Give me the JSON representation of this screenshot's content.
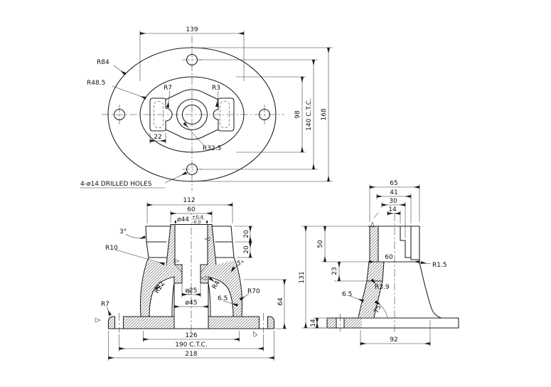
{
  "drawing": {
    "top_view": {
      "dim_width": "139",
      "radius_outer": "R84",
      "radius_inner": "R48.5",
      "radius_slot_left": "R7",
      "radius_slot_right": "R3",
      "dim_slot": "22",
      "radius_center": "R32.5",
      "dim_inner_height": "98",
      "dim_hole_ctc": "140 C.T.C.",
      "dim_height": "168",
      "note_holes": "4-ø14 DRILLED HOLES"
    },
    "front_view": {
      "dim_top_width": "112",
      "dim_boss": "60",
      "dim_bore": "ø44",
      "tol_plus": "+0.4",
      "tol_minus": "-0.0",
      "angle_upper": "3°",
      "dim_step_upper": "20",
      "dim_step_lower": "20",
      "radius_neck": "R10",
      "angle_lower": "5°",
      "radius_cavity": "R22",
      "radius_fillet": "R4",
      "dim_hole": "ø25",
      "dim_cbore": "ø45",
      "dim_wall": "6.5",
      "radius_dome": "R70",
      "radius_flange": "R7",
      "dim_height": "64",
      "dim_inner_base": "126",
      "dim_bolt_ctc": "190 C.T.C.",
      "dim_base": "218"
    },
    "side_view": {
      "dim_w65": "65",
      "dim_w41": "41",
      "dim_w30": "30",
      "dim_w14": "14",
      "dim_h50": "50",
      "dim_h131": "131",
      "dim_h23": "23",
      "dim_w60": "60",
      "radius_r15": "R1.5",
      "radius_r39": "R3.9",
      "dim_wall": "6.5",
      "angle_draft": "75°",
      "dim_flange": "14",
      "dim_base": "92"
    }
  }
}
